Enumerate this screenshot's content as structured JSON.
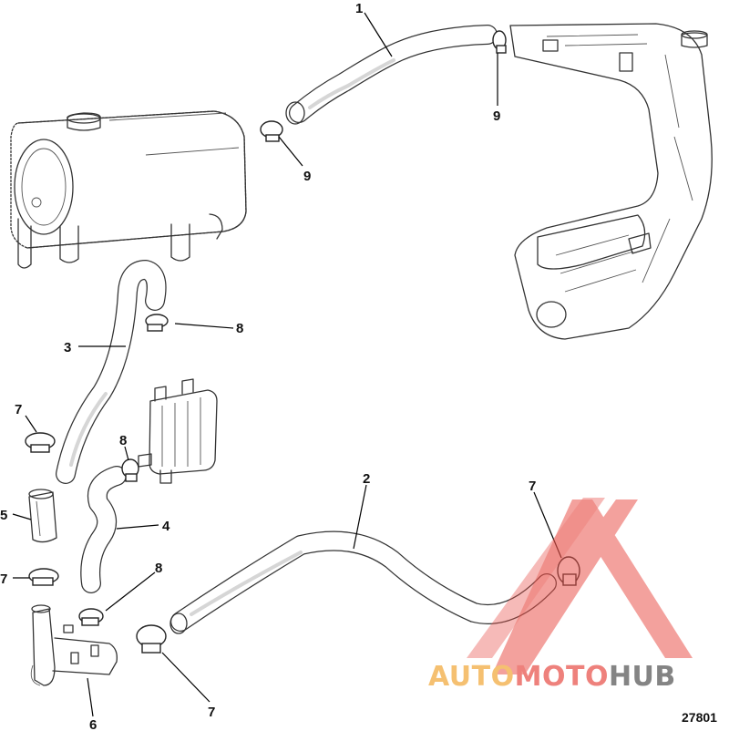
{
  "callouts": [
    {
      "label": "1"
    },
    {
      "label": "9"
    },
    {
      "label": "9"
    },
    {
      "label": "3"
    },
    {
      "label": "8"
    },
    {
      "label": "7"
    },
    {
      "label": "8"
    },
    {
      "label": "5"
    },
    {
      "label": "4"
    },
    {
      "label": "2"
    },
    {
      "label": "7"
    },
    {
      "label": "7"
    },
    {
      "label": "8"
    },
    {
      "label": "6"
    },
    {
      "label": "7"
    }
  ],
  "reference_number": "27801",
  "watermark": {
    "part1": "AUTO",
    "part2": "MOTO",
    "part3": "HUB",
    "colors": {
      "triangle": "#e8524a",
      "auto": "#f2a93b",
      "moto": "#e8524a",
      "hub": "#555555"
    }
  }
}
